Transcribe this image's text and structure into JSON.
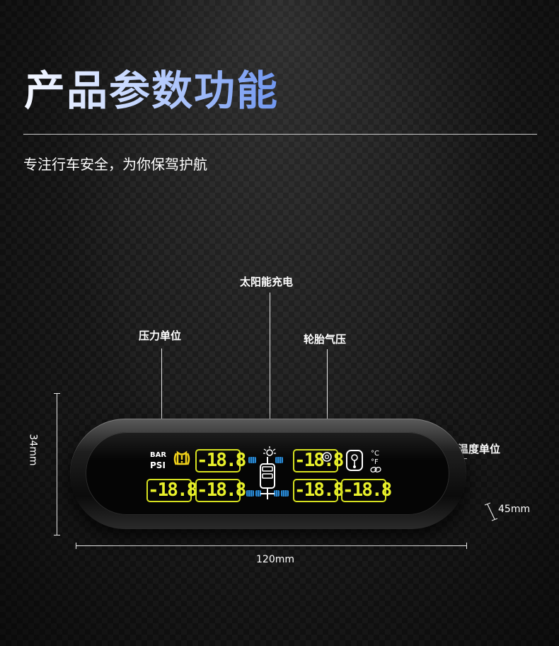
{
  "header": {
    "title": "产品参数功能",
    "subtitle": "专注行车安全，为你保驾护航"
  },
  "callouts": {
    "solar": "太阳能充电",
    "pressure_unit": "压力单位",
    "tire_pressure": "轮胎气压",
    "temp_unit": "温度单位"
  },
  "dimensions": {
    "height": "34mm",
    "width": "120mm",
    "depth": "45mm"
  },
  "display": {
    "unit_bar": "BAR",
    "unit_psi": "PSI",
    "front_left": "-18.8",
    "front_right": "-18.8",
    "bottom_1": "-18.8",
    "bottom_2": "-18.8",
    "bottom_3": "-18.8",
    "bottom_4": "-18.8",
    "temp_unit_c": "°C",
    "temp_unit_f": "°F"
  },
  "colors": {
    "lcd_yellow": "#e8f02a",
    "tire_blue": "#2a8bd6",
    "tpms_icon": "#f2d21a"
  },
  "icons": [
    "tpms-warning-icon",
    "solar-sun-icon",
    "car-topview-icon",
    "temperature-icon",
    "tire-icon"
  ]
}
